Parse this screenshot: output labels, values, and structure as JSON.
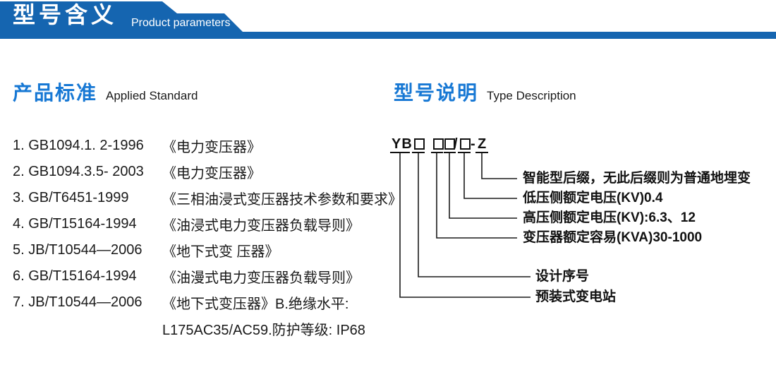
{
  "header": {
    "title": "型号含义",
    "subtitle": "Product parameters"
  },
  "colors": {
    "banner_blue": "#1565b0",
    "heading_blue": "#1778d4",
    "text_black": "#1a1a1a"
  },
  "left_section": {
    "heading_cn": "产品标准",
    "heading_en": "Applied Standard",
    "standards": [
      {
        "code": "1. GB1094.1. 2-1996",
        "title": "《电力变压器》"
      },
      {
        "code": "2. GB1094.3.5- 2003",
        "title": "《电力变压器》"
      },
      {
        "code": "3. GB/T6451-1999",
        "title": "《三相油浸式变压器技术参数和要求》"
      },
      {
        "code": "4. GB/T15164-1994",
        "title": "《油浸式电力变压器负载导则》"
      },
      {
        "code": "5. JB/T10544—2006",
        "title": "《地下式变 压器》"
      },
      {
        "code": "6. GB/T15164-1994",
        "title": "《油漫式电力变压器负载导则》"
      },
      {
        "code": "7. JB/T10544—2006",
        "title": "《地下式变压器》B.绝缘水平:"
      },
      {
        "code": "",
        "title": "L175AC35/AC59.防护等级: IP68"
      }
    ]
  },
  "right_section": {
    "heading_cn": "型号说明",
    "heading_en": "Type Description",
    "model": {
      "pattern": "YB□ □□/□ - Z",
      "prefix": "YB",
      "slash": "/",
      "dash": "-",
      "suffix": "Z"
    },
    "labels": [
      {
        "text": "智能型后缀，无此后缀则为普通地埋变"
      },
      {
        "text": "低压侧额定电压(KV)0.4"
      },
      {
        "text": "高压侧额定电压(KV):6.3、12"
      },
      {
        "text": "变压器额定容易(KVA)30-1000"
      },
      {
        "text": "设计序号"
      },
      {
        "text": "预装式变电站"
      }
    ]
  }
}
